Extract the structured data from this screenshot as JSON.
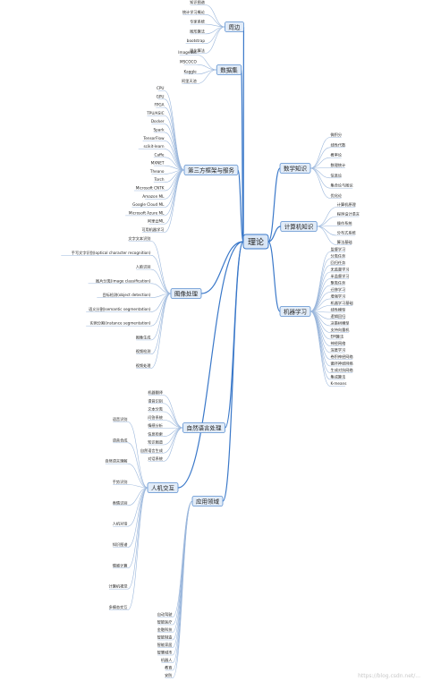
{
  "root": "理论",
  "watermark": "https://blog.csdn.net/...",
  "colors": {
    "branch_line": "#3a78c9",
    "leaf_line": "#9bb7dc",
    "root_fill": "#d9e6f6",
    "root_border": "#3a78c9",
    "main_fill": "#e2ecf8",
    "main_border": "#5b8fd0",
    "text": "#222222"
  },
  "branches": [
    {
      "label": "周边",
      "children": [
        "知识图谱",
        "统计学习概论",
        "专家系统",
        "图形算法",
        "bootstrap",
        "强化算法"
      ]
    },
    {
      "label": "数据集",
      "children": [
        "ImageNet",
        "MSCOCO",
        "Kaggle",
        "阿里天池"
      ]
    },
    {
      "label": "第三方框架与服务",
      "children": [
        "CPU",
        "GPU",
        "FPGA",
        "TPU/ASIC",
        "Docker",
        "Spark",
        "TensorFlow",
        "scikit-learn",
        "Caffe",
        "MXNET",
        "Theano",
        "Torch",
        "Microsoft CNTK",
        "Amazon ML",
        "Google Cloud ML",
        "Microsoft Azure ML",
        "阿里云ML",
        "可用机器学习"
      ]
    },
    {
      "label": "数学知识",
      "children": [
        "微积分",
        "线性代数",
        "概率论",
        "数理统计",
        "信息论",
        "集合论与图论",
        "优化论"
      ]
    },
    {
      "label": "计算机知识",
      "children": [
        "计算机原理",
        "程序设计语言",
        "操作系统",
        "分布式系统",
        "算法基础"
      ]
    },
    {
      "label": "机器学习",
      "children": [
        "监督学习",
        "分类任务",
        "回归任务",
        "无监督学习",
        "半监督学习",
        "聚类任务",
        "迁移学习",
        "增强学习",
        "机器学习基础",
        "线性模型",
        "逻辑回归",
        "决策树模型",
        "支持向量机",
        "EM算法",
        "神经网络",
        "深度学习",
        "卷积神经网络",
        "循环神经网络",
        "生成对抗网络",
        "集成算法",
        "K-means"
      ]
    },
    {
      "label": "图像处理",
      "children": [
        "文字文本识别",
        "手写文字识别(optical character recognition)",
        "人脸识别",
        "图片分类(image classification)",
        "目标检测(object detection)",
        "语义分割(semantic segmentation)",
        "实例分割(instance segmentation)",
        "图像生成",
        "视频检测",
        "视频处理"
      ]
    },
    {
      "label": "自然语言处理",
      "children": [
        "机器翻译",
        "语音识别",
        "文本分类",
        "问答系统",
        "情感分析",
        "信息检索",
        "知识图谱",
        "自然语言生成",
        "对话系统"
      ]
    },
    {
      "label": "人机交互",
      "children": [
        "语音识别",
        "语音合成",
        "自然语言理解",
        "手势识别",
        "表情识别",
        "人机对话",
        "知识图谱",
        "情感计算",
        "计算机视觉",
        "多模态交互"
      ]
    },
    {
      "label": "应用领域",
      "children": [
        "自动驾驶",
        "智能医疗",
        "金融科技",
        "智能制造",
        "智能家居",
        "智慧城市",
        "机器人",
        "教育",
        "安防"
      ]
    }
  ]
}
